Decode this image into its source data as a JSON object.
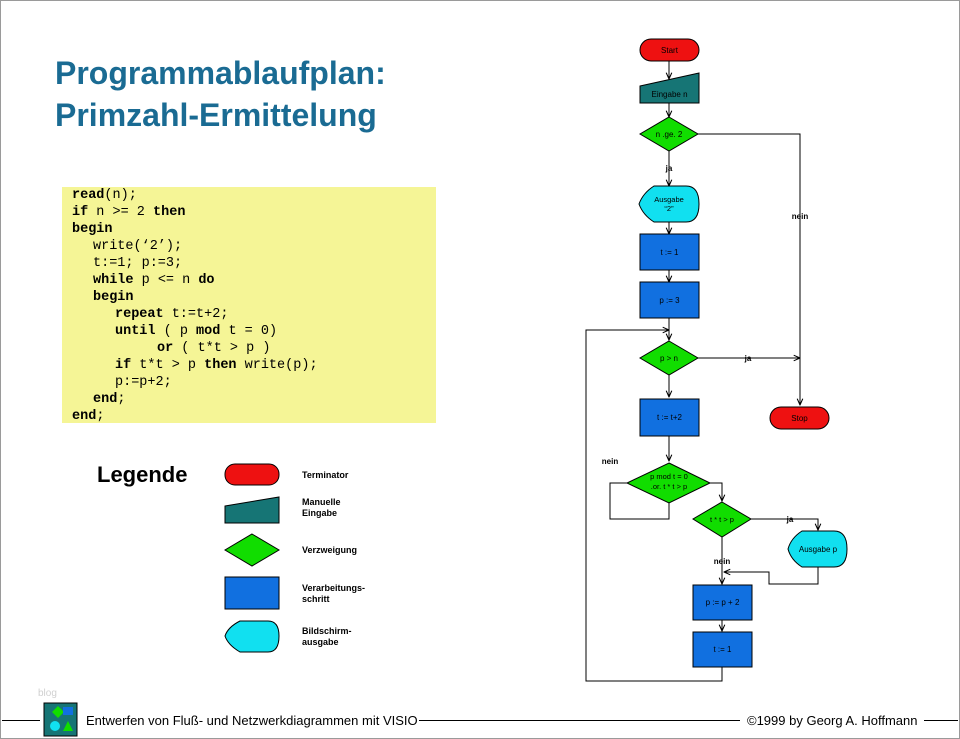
{
  "title": {
    "line1": "Programmablaufplan:",
    "line2": "Primzahl-Ermittelung"
  },
  "code": {
    "lines": [
      {
        "kw1": "read",
        "rest": "(n);"
      },
      {
        "kw1": "if",
        "mid": " n >= 2 ",
        "kw2": "then"
      },
      {
        "kw1": "begin"
      },
      {
        "rest": "write(‘2’);"
      },
      {
        "rest": "t:=1; p:=3;"
      },
      {
        "kw1": "while",
        "mid": " p <= n ",
        "kw2": "do"
      },
      {
        "kw1": "begin"
      },
      {
        "kw1": "repeat",
        "rest": " t:=t+2;"
      },
      {
        "kw1": "until",
        "mid": " ( p ",
        "kw2": "mod",
        "rest": " t = 0)"
      },
      {
        "kw1": "or",
        "rest": " ( t*t > p )"
      },
      {
        "kw1": "if",
        "mid": " t*t > p ",
        "kw2": "then",
        "rest": " write(p);"
      },
      {
        "rest": "p:=p+2;"
      },
      {
        "kw1": "end",
        "rest": ";"
      },
      {
        "kw1": "end",
        "rest": ";"
      }
    ]
  },
  "legend": {
    "title": "Legende",
    "items": [
      {
        "line1": "Terminator",
        "line2": ""
      },
      {
        "line1": "Manuelle",
        "line2": "Eingabe"
      },
      {
        "line1": "Verzweigung",
        "line2": ""
      },
      {
        "line1": "Verarbeitungs-",
        "line2": "schritt"
      },
      {
        "line1": "Bildschirm-",
        "line2": "ausgabe"
      }
    ]
  },
  "flowchart": {
    "start": "Start",
    "input": "Eingabe n",
    "cond1": "n .ge. 2",
    "ja1": "ja",
    "nein1": "nein",
    "out2_line1": "Ausgabe",
    "out2_line2": "“2”",
    "assign_t": "t := 1",
    "assign_p": "p := 3",
    "cond2": "p > n",
    "ja2": "ja",
    "stop": "Stop",
    "step_t": "t := t+2",
    "cond3_line1": "p mod t = 0",
    "cond3_line2": ".or. t * t > p",
    "nein3": "nein",
    "cond4": "t * t > p",
    "ja4": "ja",
    "out_p": "Ausgabe p",
    "nein4": "nein",
    "step_p": "p := p + 2",
    "reset_t": "t := 1"
  },
  "footer": {
    "left": "Entwerfen von Fluß- und Netzwerkdiagrammen mit VISIO",
    "right": "©1999 by Georg A. Hoffmann"
  },
  "watermark": "blog",
  "colors": {
    "terminator": "#ee1111",
    "manual_input": "#167575",
    "decision": "#11dd00",
    "process": "#1170e0",
    "display": "#11e0f0",
    "code_bg": "#f5f596",
    "title": "#1a6b93"
  }
}
